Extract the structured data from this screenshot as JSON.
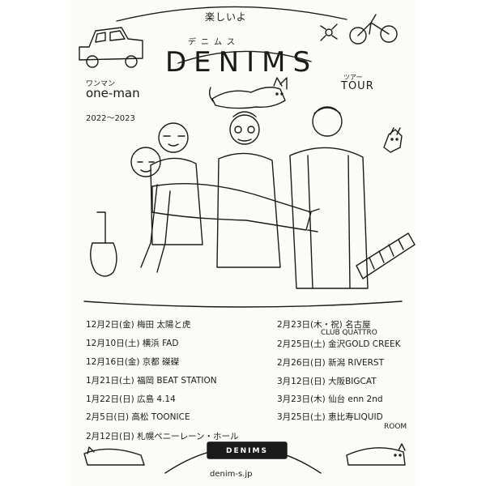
{
  "poster": {
    "top_tag": "楽しいよ",
    "title_kana": "デニムス",
    "title": "DENIMS",
    "one_man_kana": "ワンマン",
    "one_man": "one-man",
    "years": "2022～2023",
    "tour_kana": "ツアー",
    "tour": "TOUR",
    "website": "denim-s.jp",
    "banner_text": "DENIMS",
    "dates_left": [
      "12月2日(金) 梅田 太陽と虎",
      "12月10日(土) 横浜 FAD",
      "12月16日(金) 京都 磔磔",
      "1月21日(土) 福岡 BEAT STATION",
      "1月22日(日) 広島 4.14",
      "2月5日(日) 高松 TOONICE",
      "2月12日(日) 札幌ペニーレーン・ホール"
    ],
    "dates_right": [
      "2月23日(木・祝) 名古屋",
      "2月25日(土) 金沢GOLD CREEK",
      "2月26日(日) 新潟 RIVERST",
      "3月12日(日) 大阪BIGCAT",
      "3月23日(木) 仙台 enn 2nd",
      "3月25日(土) 恵比寿LIQUID"
    ],
    "venue_2_23": "CLUB QUATTRO",
    "venue_3_25_room": "ROOM"
  }
}
